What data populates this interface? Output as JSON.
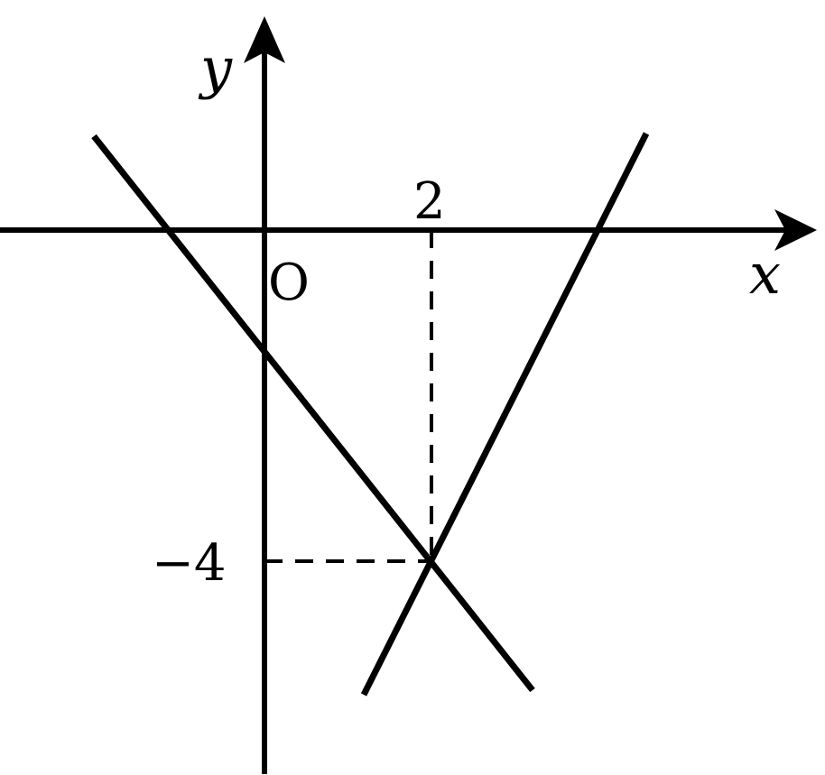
{
  "axes": {
    "x_label": "x",
    "y_label": "y",
    "origin_label": "O"
  },
  "ticks": {
    "x_tick": "2",
    "y_tick": "−4"
  },
  "lines": [
    {
      "name": "descending-line",
      "slope": "negative",
      "passes_through": [
        [
          2,
          -4
        ]
      ]
    },
    {
      "name": "ascending-line",
      "slope": "positive",
      "passes_through": [
        [
          2,
          -4
        ]
      ]
    }
  ],
  "intersection": {
    "x": 2,
    "y": -4
  },
  "colors": {
    "stroke": "#000000",
    "background": "#ffffff"
  }
}
